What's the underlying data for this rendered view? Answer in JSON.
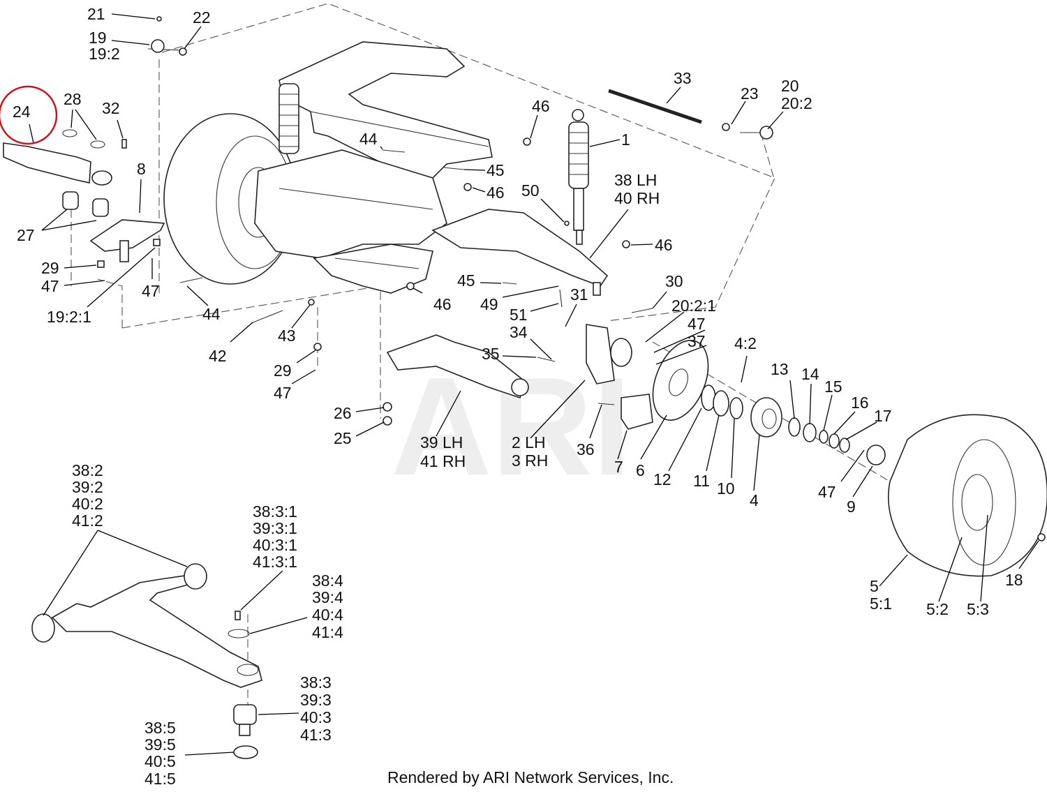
{
  "watermark": "ARI",
  "credit": "Rendered by ARI Network Services, Inc.",
  "highlight_color": "#d0111b",
  "labels": {
    "l21": "21",
    "l22": "22",
    "l19": "19",
    "l19_2": "19:2",
    "l24": "24",
    "l28": "28",
    "l32": "32",
    "l8": "8",
    "l27": "27",
    "l29a": "29",
    "l47a": "47",
    "l19_2_1": "19:2:1",
    "l47b": "47",
    "l44a": "44",
    "l33": "33",
    "l23": "23",
    "l20": "20",
    "l20_2": "20:2",
    "l46a": "46",
    "l1": "1",
    "l44b": "44",
    "l45a": "45",
    "l46b": "46",
    "l50": "50",
    "l38lh": "38 LH",
    "l40rh": "40 RH",
    "l46c": "46",
    "l45b": "45",
    "l46d": "46",
    "l49": "49",
    "l51": "51",
    "l31": "31",
    "l30": "30",
    "l20_2_1": "20:2:1",
    "l47c": "47",
    "l37": "37",
    "l34": "34",
    "l35": "35",
    "l42": "42",
    "l43": "43",
    "l29b": "29",
    "l47d": "47",
    "l26": "26",
    "l25": "25",
    "l39lh": "39 LH",
    "l41rh": "41 RH",
    "l2lh": "2 LH",
    "l3rh": "3 RH",
    "l36": "36",
    "l7": "7",
    "l6": "6",
    "l12": "12",
    "l11": "11",
    "l10": "10",
    "l4_2": "4:2",
    "l4": "4",
    "l13": "13",
    "l14": "14",
    "l15": "15",
    "l16": "16",
    "l17": "17",
    "l47e": "47",
    "l9": "9",
    "l5": "5",
    "l5_1": "5:1",
    "l5_2": "5:2",
    "l5_3": "5:3",
    "l18": "18",
    "l38_2": "38:2",
    "l39_2": "39:2",
    "l40_2": "40:2",
    "l41_2": "41:2",
    "l38_3_1": "38:3:1",
    "l39_3_1": "39:3:1",
    "l40_3_1": "40:3:1",
    "l41_3_1": "41:3:1",
    "l38_4": "38:4",
    "l39_4": "39:4",
    "l40_4": "40:4",
    "l41_4": "41:4",
    "l38_3": "38:3",
    "l39_3": "39:3",
    "l40_3": "40:3",
    "l41_3": "41:3",
    "l38_5": "38:5",
    "l39_5": "39:5",
    "l40_5": "40:5",
    "l41_5": "41:5"
  }
}
